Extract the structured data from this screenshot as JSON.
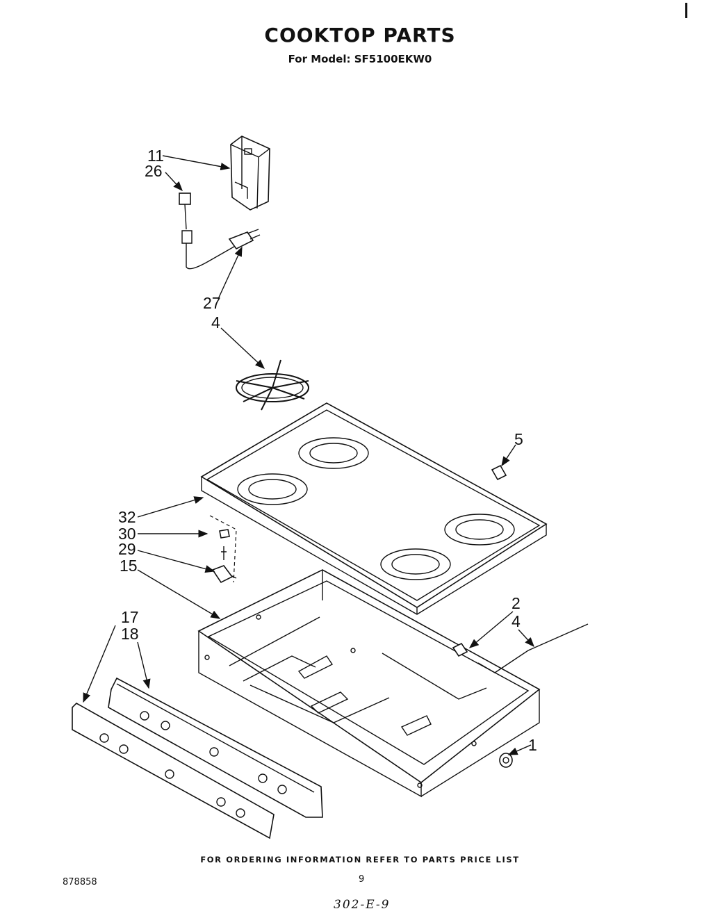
{
  "header": {
    "title": "COOKTOP PARTS",
    "model_line": "For Model: SF5100EKW0"
  },
  "callouts": {
    "c11": "11",
    "c26": "26",
    "c27": "27",
    "c4_grate": "4",
    "c5": "5",
    "c32": "32",
    "c30": "30",
    "c29": "29",
    "c15": "15",
    "c17": "17",
    "c18": "18",
    "c2": "2",
    "c4_wire": "4",
    "c1": "1"
  },
  "footer": {
    "ordering_note": "FOR ORDERING INFORMATION REFER TO PARTS PRICE LIST",
    "document_number": "878858",
    "page_number": "9",
    "handwritten_code": "302-E-9"
  }
}
